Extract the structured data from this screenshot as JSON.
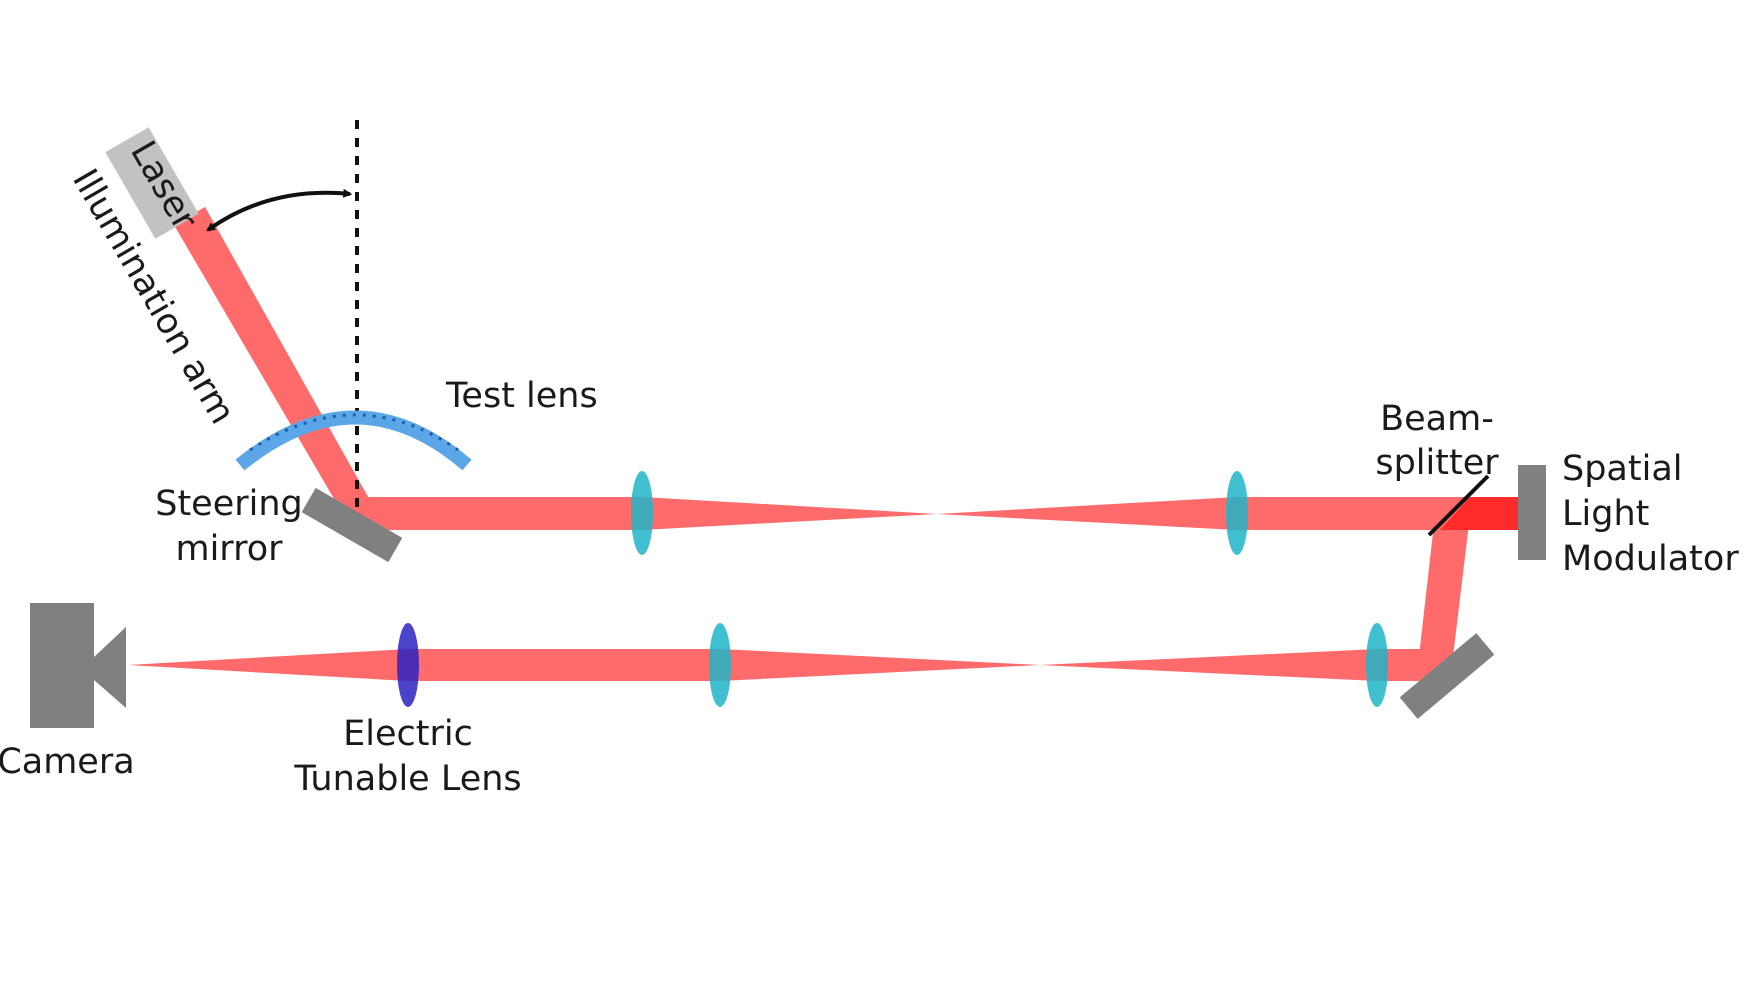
{
  "labels": {
    "laser": "Laser",
    "illumination_arm": "Illumination arm",
    "test_lens": "Test lens",
    "steering_mirror_line1": "Steering",
    "steering_mirror_line2": "mirror",
    "beam_splitter_line1": "Beam-",
    "beam_splitter_line2": "splitter",
    "slm_line1": "Spatial",
    "slm_line2": "Light",
    "slm_line3": "Modulator",
    "camera": "Camera",
    "etl_line1": "Electric",
    "etl_line2": "Tunable Lens"
  },
  "colors": {
    "beam": "#ff6b6b",
    "beam_core": "#ff2a2a",
    "lens_relay": "#1fb4c8",
    "lens_etl": "#2b22c2",
    "test_lens": "#5aa6e6",
    "component_gray": "#808080",
    "laser_gray": "#c2c2c2",
    "text": "#1a1a1a"
  },
  "icons": [
    "laser-source-icon",
    "steering-mirror-icon",
    "relay-lens-icon",
    "beam-splitter-icon",
    "spatial-light-modulator-icon",
    "fold-mirror-icon",
    "electric-tunable-lens-icon",
    "camera-icon",
    "rotation-arrow-icon"
  ]
}
